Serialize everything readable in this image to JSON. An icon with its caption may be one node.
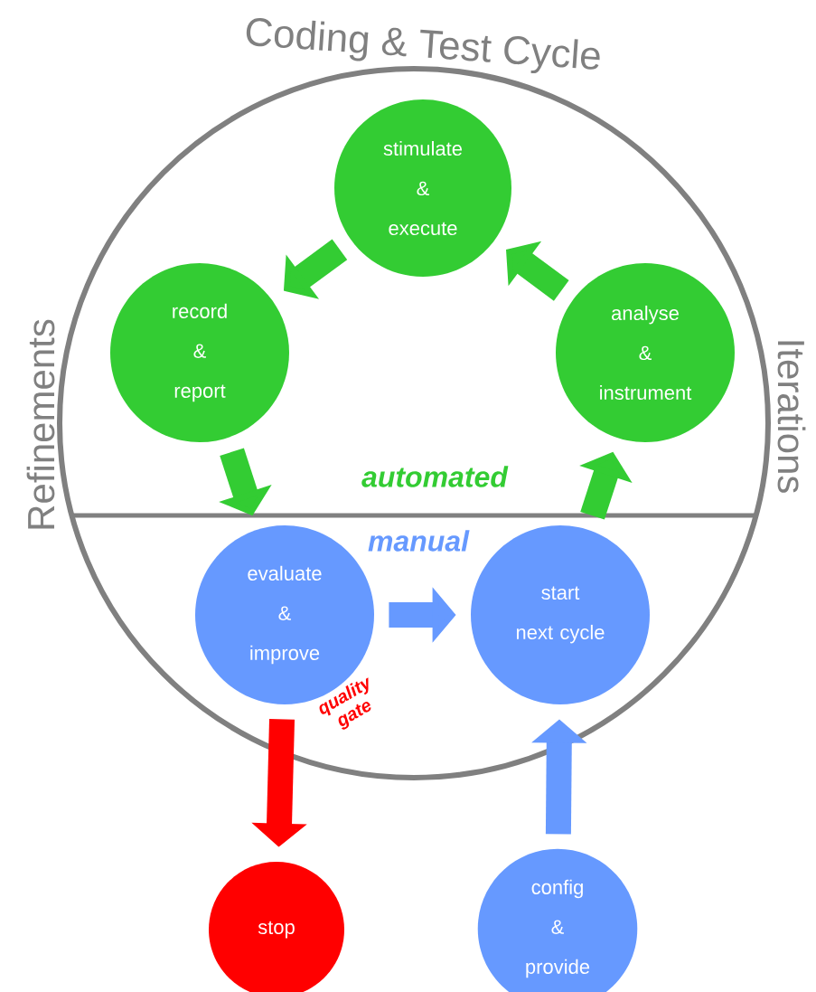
{
  "diagram": {
    "title": "Coding & Test Cycle",
    "nodes": [
      {
        "text": [],
        "shape": "circle"
      },
      {
        "text": [
          "stimulate & execute"
        ],
        "in": 0
      },
      {
        "text": [
          "record & report"
        ],
        "in": 0
      },
      {
        "text": [
          "analyse & instrument"
        ],
        "in": 0
      },
      {
        "text": [
          "evaluate & improve"
        ],
        "in": 0,
        "beside": [
          "quality gate"
        ]
      },
      {
        "text": [
          "start next cycle"
        ],
        "in": 0
      },
      {
        "text": [
          "stop"
        ]
      },
      {
        "text": [
          "config & provide"
        ]
      }
    ],
    "edges": [
      {
        "from": 1,
        "to": 2,
        "arrow": "to"
      },
      {
        "from": 2,
        "to": 4,
        "arrow": "to"
      },
      {
        "from": 4,
        "to": 5,
        "arrow": "to",
        "color": "#6699ff"
      },
      {
        "from": 5,
        "to": 3,
        "arrow": "to"
      },
      {
        "from": 3,
        "to": 1,
        "arrow": "to"
      },
      {
        "from": 4,
        "to": 6,
        "arrow": "to",
        "color": "#ff0000"
      },
      {
        "from": 7,
        "to": 5,
        "arrow": "to",
        "color": "#6699ff"
      }
    ],
    "labels": [
      "Refinements",
      "Iterations",
      "automated",
      "manual"
    ]
  }
}
